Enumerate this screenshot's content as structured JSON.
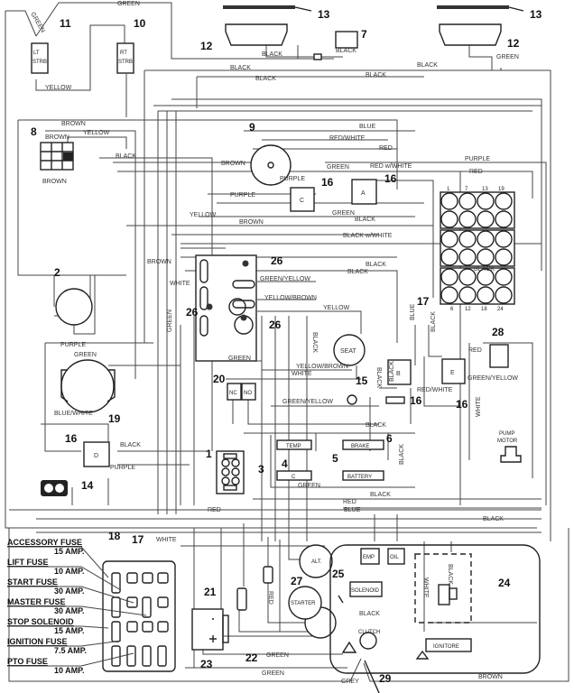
{
  "wire_labels": [
    "GREEN",
    "GREEN",
    "YELLOW",
    "BLACK",
    "BLACK",
    "BLACK",
    "BLACK",
    "GREEN",
    "BLACK",
    "BROWN",
    "YELLOW",
    "BROWN",
    "BROWN",
    "BLACK",
    "BLUE",
    "RED/WHITE",
    "RED",
    "PURPLE",
    "RED",
    "GREEN",
    "RED w/WHITE",
    "PURPLE",
    "BROWN",
    "PURPLE",
    "YELLOW",
    "BROWN",
    "GREEN",
    "BLACK",
    "BLACK w/WHITE",
    "BLACK",
    "BLACK",
    "BROWN",
    "WHITE",
    "GREEN/YELLOW",
    "YELLOW/BROWN",
    "YELLOW",
    "GREEN",
    "YELLOW/BROWN",
    "WHITE",
    "GREEN/YELLOW",
    "RED/WHITE",
    "BLACK",
    "BLUE",
    "BLACK",
    "RED",
    "GREEN/YELLOW",
    "WHITE",
    "BLACK",
    "PURPLE",
    "GREEN",
    "BLUE/WHITE",
    "BLACK",
    "PURPLE",
    "BLACK",
    "BLACK",
    "RED",
    "BLUE",
    "GREEN",
    "RED",
    "WHITE",
    "BLACK",
    "GREEN",
    "GREEN",
    "GREY",
    "BROWN",
    "BLACK",
    "BLACK",
    "WHITE",
    "RED",
    "GREEN",
    "BLACK",
    "BLACK",
    "BLACK",
    "BLACK"
  ],
  "callouts": [
    "13",
    "13",
    "12",
    "12",
    "11",
    "10",
    "7",
    "8",
    "9",
    "16",
    "16",
    "17",
    "2",
    "26",
    "26",
    "26",
    "28",
    "15",
    "16",
    "16",
    "20",
    "19",
    "16",
    "14",
    "1",
    "4",
    "3",
    "6",
    "5",
    "18",
    "17",
    "21",
    "22",
    "23",
    "27",
    "25",
    "24",
    "29"
  ],
  "components": {
    "lt_strobe": [
      "LT",
      "STRB"
    ],
    "rt_strobe": [
      "RT",
      "STRB"
    ],
    "relay_a": "A",
    "relay_b": "B",
    "relay_c": "C",
    "relay_d": "D",
    "relay_e": "E",
    "seat": "SEAT",
    "nc": "NC",
    "no": "NO",
    "temp": "TEMP",
    "c_module": "C",
    "brake": "BRAKE",
    "battery": "BATTERY",
    "pump_motor": [
      "PUMP",
      "MOTOR"
    ],
    "alt": "ALT.",
    "starter": "STARTER",
    "emp": "EMP",
    "oil": "OIL",
    "solenoid": "SOLENOID",
    "ignitore": "IGNITORE",
    "clutch": "CLUTCH",
    "connector_pins": [
      "1",
      "7",
      "13",
      "19",
      "6",
      "12",
      "18",
      "24"
    ]
  },
  "fuse_legend": [
    {
      "name": "ACCESSORY FUSE",
      "rating": "15 AMP."
    },
    {
      "name": "LIFT FUSE",
      "rating": "10 AMP."
    },
    {
      "name": "START FUSE",
      "rating": "30 AMP."
    },
    {
      "name": "MASTER FUSE",
      "rating": "30 AMP."
    },
    {
      "name": "STOP SOLENOID",
      "rating": "15 AMP."
    },
    {
      "name": "IGNITION FUSE",
      "rating": "7.5 AMP."
    },
    {
      "name": "PTO FUSE",
      "rating": "10 AMP."
    }
  ],
  "colors": {
    "line": "#444444",
    "background": "#ffffff"
  }
}
